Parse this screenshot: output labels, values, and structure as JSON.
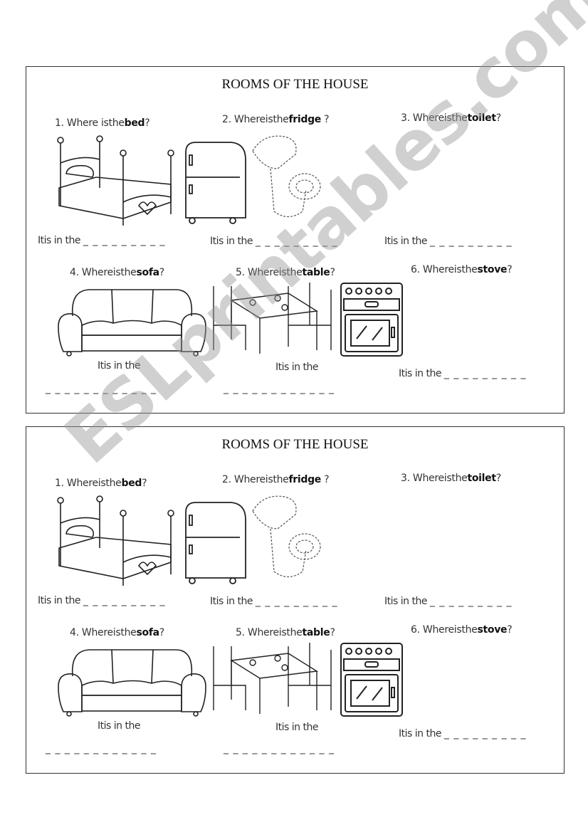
{
  "cards": [
    {
      "title": "ROOMS OF THE HOUSE",
      "questions": [
        {
          "prefix": "1. Where isthe",
          "item": "bed",
          "suffix": "?"
        },
        {
          "prefix": "2. Whereisthe",
          "item": "fridge",
          "suffix": " ?"
        },
        {
          "prefix": "3. Whereisthe",
          "item": "toilet",
          "suffix": "?"
        },
        {
          "prefix": "4. Whereisthe",
          "item": "sofa",
          "suffix": "?"
        },
        {
          "prefix": "5. Whereisthe",
          "item": "table",
          "suffix": "?"
        },
        {
          "prefix": "6. Whereisthe",
          "item": "stove",
          "suffix": "?"
        }
      ],
      "answer_prompt": "Itis in the",
      "blank_short": "_ _ _ _ _ _ _ _ _",
      "blank_long": "_ _ _ _ _ _ _   _ _ _ _ _"
    },
    {
      "title": "ROOMS OF THE HOUSE",
      "questions": [
        {
          "prefix": "1. Whereisthe",
          "item": "bed",
          "suffix": "?"
        },
        {
          "prefix": "2. Whereisthe",
          "item": "fridge",
          "suffix": " ?"
        },
        {
          "prefix": "3. Whereisthe",
          "item": "toilet",
          "suffix": "?"
        },
        {
          "prefix": "4. Whereisthe",
          "item": "sofa",
          "suffix": "?"
        },
        {
          "prefix": "5. Whereisthe",
          "item": "table",
          "suffix": "?"
        },
        {
          "prefix": "6. Whereisthe",
          "item": "stove",
          "suffix": "?"
        }
      ],
      "answer_prompt": "Itis in the",
      "blank_short": "_ _ _ _ _ _ _ _ _",
      "blank_long": "_ _ _ _ _ _ _   _ _ _ _ _"
    }
  ],
  "watermark": "ESLprintables.com"
}
